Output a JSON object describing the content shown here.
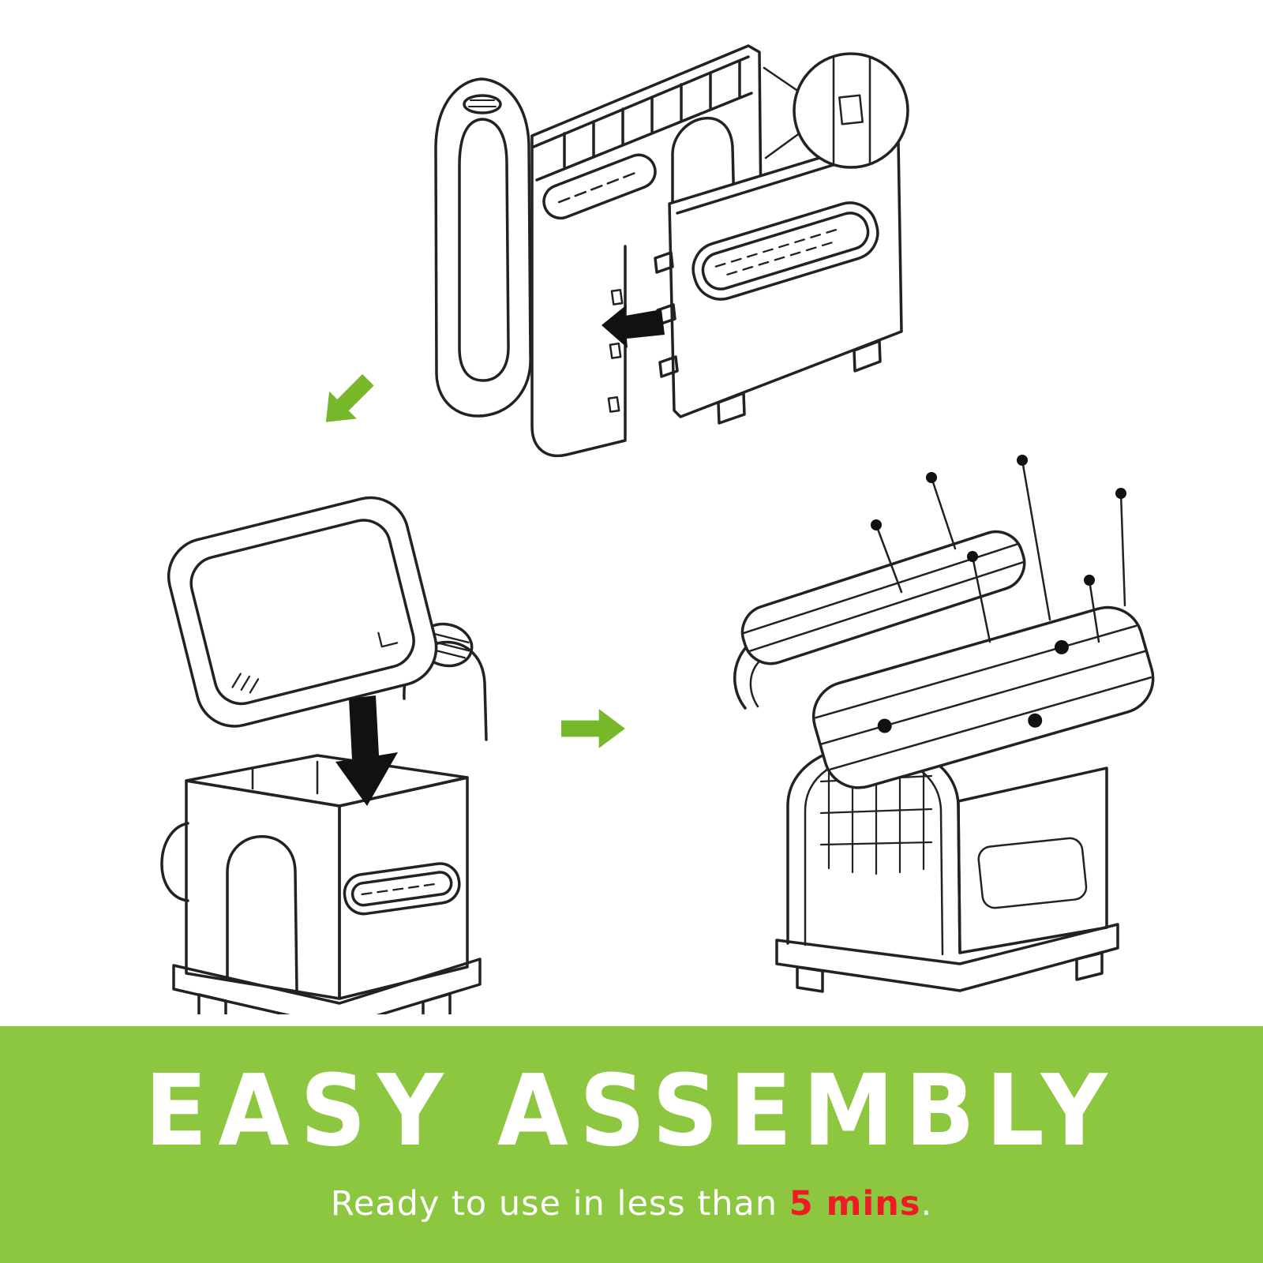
{
  "colors": {
    "background": "#ffffff",
    "banner_green": "#8dc63f",
    "arrow_green": "#76b82a",
    "line_art": "#222222",
    "title_text": "#ffffff",
    "highlight_red": "#ed1c24"
  },
  "diagram": {
    "steps": [
      {
        "name": "step-1-interlock-side-and-back-panels"
      },
      {
        "name": "step-2-lower-roof-frame-onto-walls"
      },
      {
        "name": "step-3-screw-roof-panels"
      }
    ],
    "arrows": [
      {
        "name": "arrow-down-left-icon"
      },
      {
        "name": "arrow-right-icon"
      }
    ],
    "details": [
      {
        "name": "magnifier-detail-icon"
      },
      {
        "name": "insert-arrow-left-icon"
      },
      {
        "name": "insert-arrow-down-icon"
      },
      {
        "name": "roof-screws-icon"
      }
    ]
  },
  "banner": {
    "title": "EASY ASSEMBLY",
    "subtitle_prefix": "Ready to use in less than ",
    "subtitle_highlight": "5 mins",
    "subtitle_suffix": "."
  }
}
